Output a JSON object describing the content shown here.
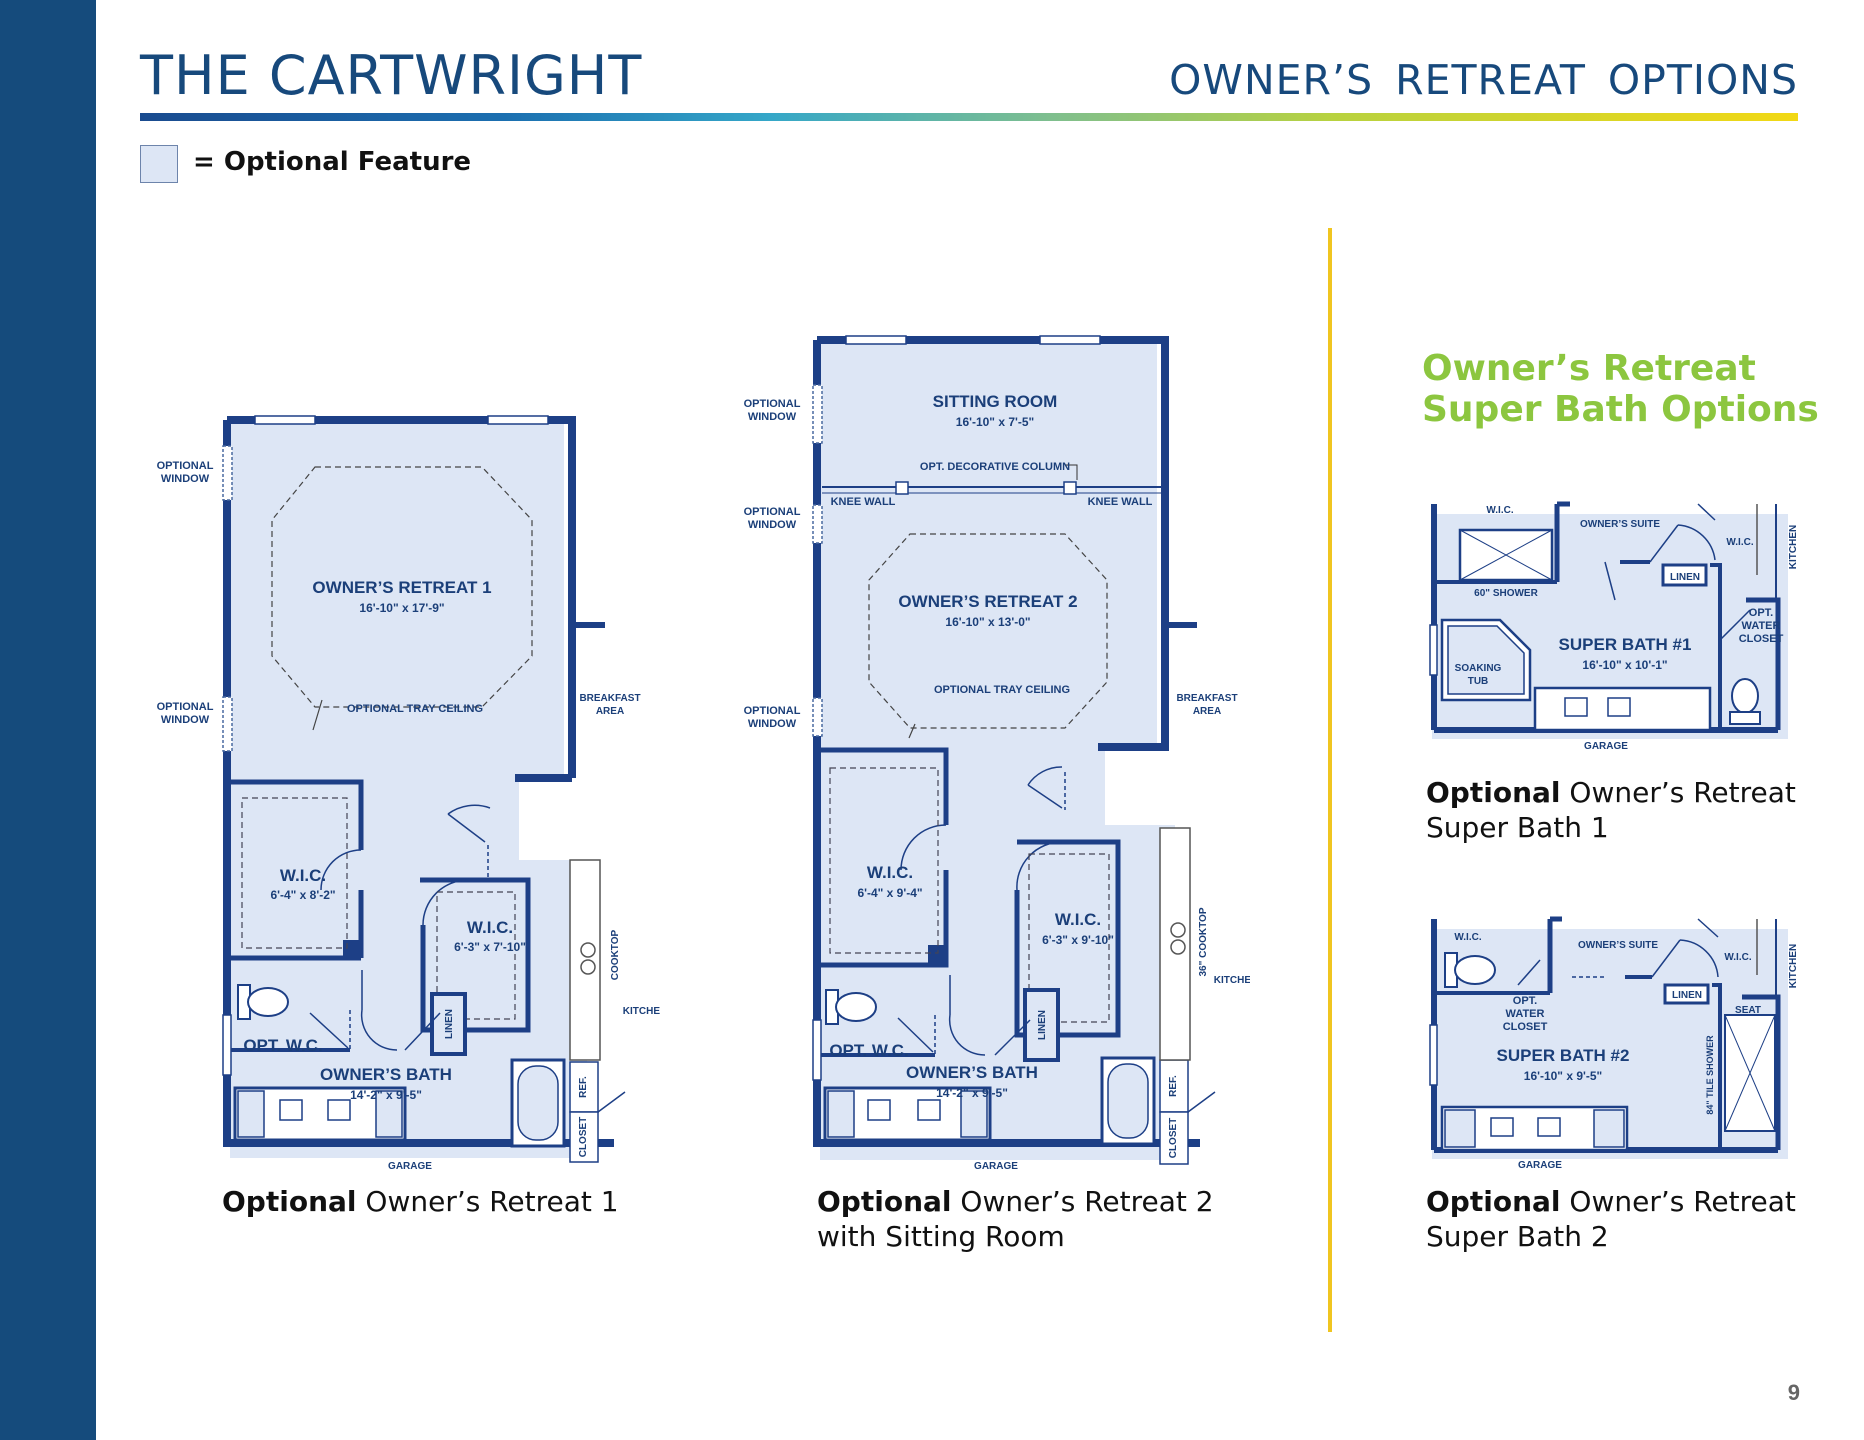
{
  "header": {
    "title": "THE CARTWRIGHT",
    "subtitle": "OWNER’S  RETREAT  OPTIONS"
  },
  "legend": {
    "label": "= Optional Feature"
  },
  "colors": {
    "band": "#154b7c",
    "wall": "#1d3f86",
    "floor": "#dde6f5",
    "green": "#8cc63f",
    "divider": "#f0c520"
  },
  "plan1": {
    "optional_window_top": [
      "OPTIONAL",
      "WINDOW"
    ],
    "optional_window_bottom": [
      "OPTIONAL",
      "WINDOW"
    ],
    "room_name": "OWNER’S RETREAT 1",
    "room_dims": "16'-10\" x 17'-9\"",
    "tray": "OPTIONAL TRAY CEILING",
    "breakfast": [
      "BREAKFAST",
      "AREA"
    ],
    "wic1_name": "W.I.C.",
    "wic1_dims": "6'-4\" x 8'-2\"",
    "wic2_name": "W.I.C.",
    "wic2_dims": "6'-3\" x 7'-10\"",
    "cooktop": "COOKTOP",
    "kitchen": "KITCHEN",
    "linen": "LINEN",
    "opt_wc": "OPT. W.C.",
    "bath_name": "OWNER’S BATH",
    "bath_dims": "14'-2\" x 9'-5\"",
    "ref": "REF.",
    "closet": "CLOSET",
    "garage": "GARAGE",
    "caption_bold": "Optional",
    "caption_rest": " Owner’s Retreat 1"
  },
  "plan2": {
    "optional_window_1": [
      "OPTIONAL",
      "WINDOW"
    ],
    "optional_window_2": [
      "OPTIONAL",
      "WINDOW"
    ],
    "optional_window_3": [
      "OPTIONAL",
      "WINDOW"
    ],
    "sitting_name": "SITTING ROOM",
    "sitting_dims": "16'-10\" x 7'-5\"",
    "column": "OPT. DECORATIVE COLUMN",
    "knee_left": "KNEE WALL",
    "knee_right": "KNEE WALL",
    "room_name": "OWNER’S RETREAT 2",
    "room_dims": "16'-10\" x 13'-0\"",
    "tray": "OPTIONAL TRAY CEILING",
    "breakfast": [
      "BREAKFAST",
      "AREA"
    ],
    "wic1_name": "W.I.C.",
    "wic1_dims": "6'-4\" x 9'-4\"",
    "wic2_name": "W.I.C.",
    "wic2_dims": "6'-3\" x 9'-10\"",
    "cooktop": "36\" COOKTOP",
    "kitchen": "KITCHEN",
    "linen": "LINEN",
    "opt_wc": "OPT. W.C.",
    "bath_name": "OWNER’S BATH",
    "bath_dims": "14'-2\" x 9'-5\"",
    "ref": "REF.",
    "closet": "CLOSET",
    "garage": "GARAGE",
    "caption_bold": "Optional",
    "caption_rest": " Owner’s Retreat 2",
    "caption_line2": "with Sitting Room"
  },
  "super_heading": [
    "Owner’s Retreat",
    "Super Bath Options"
  ],
  "plan3": {
    "wic_left": "W.I.C.",
    "owners_suite": "OWNER’S SUITE",
    "wic_right": "W.I.C.",
    "kitchen": "KITCHEN",
    "shower": "60\" SHOWER",
    "linen": "LINEN",
    "water_closet": [
      "OPT.",
      "WATER",
      "CLOSET"
    ],
    "soaking": [
      "SOAKING",
      "TUB"
    ],
    "bath_name": "SUPER BATH #1",
    "bath_dims": "16'-10\" x 10'-1\"",
    "garage": "GARAGE",
    "caption_bold": "Optional",
    "caption_rest": " Owner’s Retreat",
    "caption_line2": "Super Bath 1"
  },
  "plan4": {
    "wic_left": "W.I.C.",
    "owners_suite": "OWNER’S SUITE",
    "wic_right": "W.I.C.",
    "kitchen": "KITCHEN",
    "water_closet": [
      "OPT.",
      "WATER",
      "CLOSET"
    ],
    "linen": "LINEN",
    "seat": "SEAT",
    "tile_shower": "84\" TILE SHOWER",
    "bath_name": "SUPER BATH #2",
    "bath_dims": "16'-10\" x 9'-5\"",
    "garage": "GARAGE",
    "caption_bold": "Optional",
    "caption_rest": " Owner’s Retreat",
    "caption_line2": "Super Bath 2"
  },
  "page_number": "9"
}
